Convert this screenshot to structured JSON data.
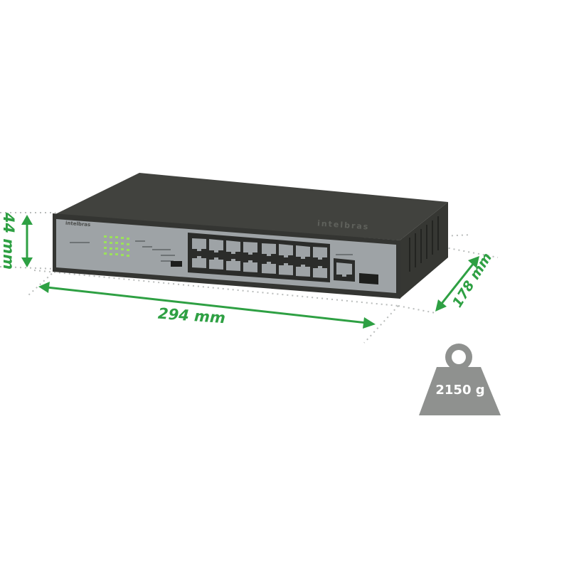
{
  "product": {
    "brand": "intelbras",
    "port_count": 16,
    "uplink_rj45_count": 1,
    "sfp_count": 1,
    "led_color": "#9be25a",
    "chassis_color": "#3f403c",
    "front_panel_color": "#9ea3a6"
  },
  "dimensions": {
    "width_label": "294 mm",
    "height_label": "44 mm",
    "depth_label": "178 mm",
    "accent_color": "#2ea043"
  },
  "weight": {
    "label": "2150 g",
    "icon": "weight-icon",
    "color": "#8f918f"
  }
}
